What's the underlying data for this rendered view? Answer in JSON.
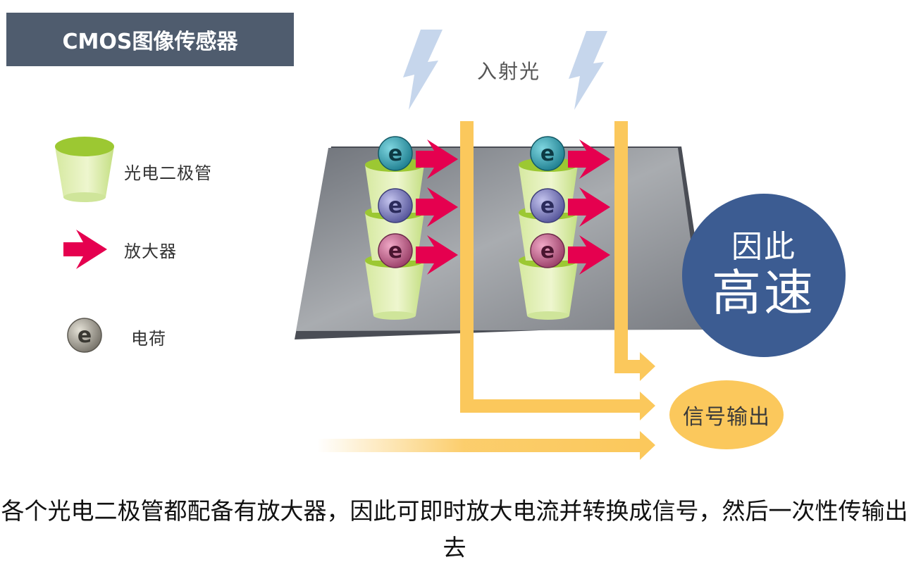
{
  "title": "CMOS图像传感器",
  "legend": {
    "photodiode_label": "光电二极管",
    "amplifier_label": "放大器",
    "charge_label": "电荷"
  },
  "incident_light_label": "入射光",
  "electron_symbol": "e",
  "speed_badge": {
    "line1": "因此",
    "line2": "高速"
  },
  "signal_output_label": "信号输出",
  "caption": "各个光电二极管都配备有放大器，因此可即时放大电流并转换成信号，然后一次性传输出去",
  "colors": {
    "title_bg": "#4f5c6e",
    "photodiode": "#9cc832",
    "amplifier_arrow": "#e5004f",
    "signal_line": "#fbc85c",
    "badge": "#3c5c92",
    "light_bolt": "#c6d6ec",
    "electron_teal": "#1f8fa0",
    "electron_purple": "#6a6aa8",
    "electron_pink": "#b0507a",
    "electron_gray": "#8a8678"
  },
  "icons": [
    "lightning-bolt-icon",
    "photodiode-cup-icon",
    "amplifier-arrow-icon",
    "electron-charge-icon"
  ]
}
